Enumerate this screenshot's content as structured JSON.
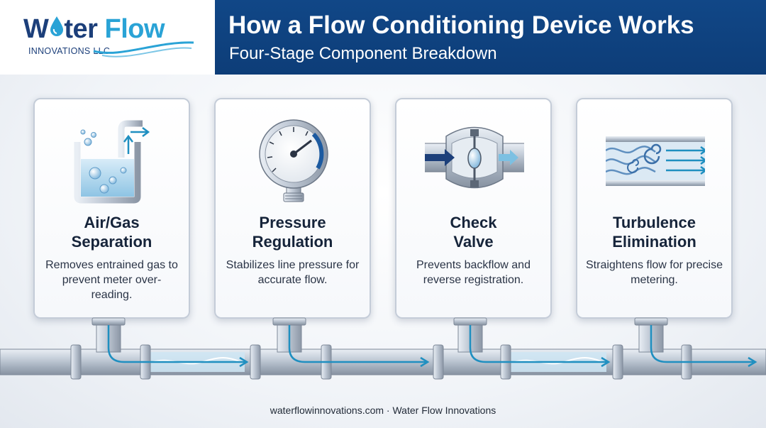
{
  "logo": {
    "name_part1": "W",
    "name_part2": "ter",
    "name_part3": "Flow",
    "subtitle": "INNOVATIONS LLC",
    "icon": "water-drop-icon"
  },
  "header": {
    "title": "How a Flow Conditioning Device Works",
    "subtitle": "Four-Stage Component Breakdown"
  },
  "stages": [
    {
      "icon": "air-gas-separator-icon",
      "title": "Air/Gas\nSeparation",
      "description": "Removes entrained gas to prevent meter over-reading."
    },
    {
      "icon": "pressure-gauge-icon",
      "title": "Pressure\nRegulation",
      "description": "Stabilizes line pressure for accurate flow."
    },
    {
      "icon": "check-valve-icon",
      "title": "Check\nValve",
      "description": "Prevents backflow and reverse registration."
    },
    {
      "icon": "flow-straightener-icon",
      "title": "Turbulence\nElimination",
      "description": "Straightens flow for precise metering."
    }
  ],
  "footer": {
    "text": "waterflowinnovations.com · Water Flow Innovations"
  },
  "colors": {
    "navy": "#0d3d78",
    "accent_blue": "#2aa3d6",
    "flow_line": "#1f8fc0",
    "pipe_steel": "#b8c2cf"
  }
}
